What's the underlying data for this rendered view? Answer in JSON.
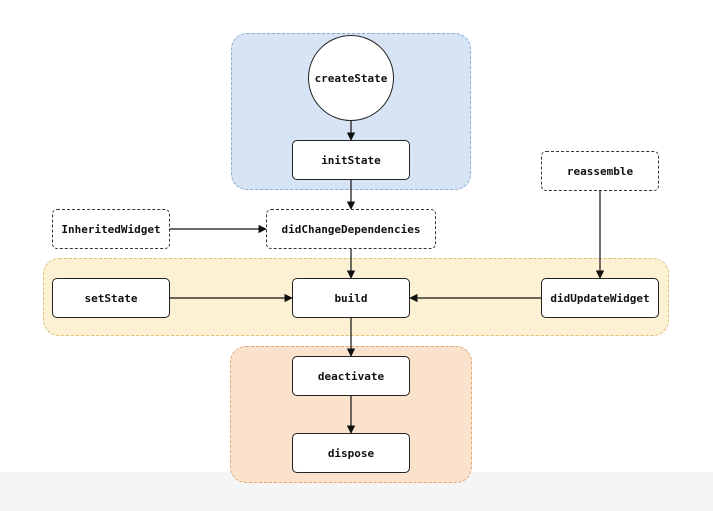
{
  "diagram": {
    "regions": {
      "create": {
        "fill": "#d6e4f5",
        "border": "#8eaacc"
      },
      "build": {
        "fill": "#fdf1d4",
        "border": "#e0c07a"
      },
      "teardown": {
        "fill": "#fbe2cc",
        "border": "#e0a878"
      }
    },
    "nodes": {
      "createState": "createState",
      "initState": "initState",
      "reassemble": "reassemble",
      "inheritedWidget": "InheritedWidget",
      "didChangeDependencies": "didChangeDependencies",
      "setState": "setState",
      "build": "build",
      "didUpdateWidget": "didUpdateWidget",
      "deactivate": "deactivate",
      "dispose": "dispose"
    },
    "edges": [
      {
        "from": "createState",
        "to": "initState"
      },
      {
        "from": "initState",
        "to": "didChangeDependencies"
      },
      {
        "from": "inheritedWidget",
        "to": "didChangeDependencies"
      },
      {
        "from": "didChangeDependencies",
        "to": "build"
      },
      {
        "from": "setState",
        "to": "build"
      },
      {
        "from": "didUpdateWidget",
        "to": "build"
      },
      {
        "from": "reassemble",
        "to": "didUpdateWidget"
      },
      {
        "from": "build",
        "to": "deactivate"
      },
      {
        "from": "deactivate",
        "to": "dispose"
      }
    ]
  }
}
